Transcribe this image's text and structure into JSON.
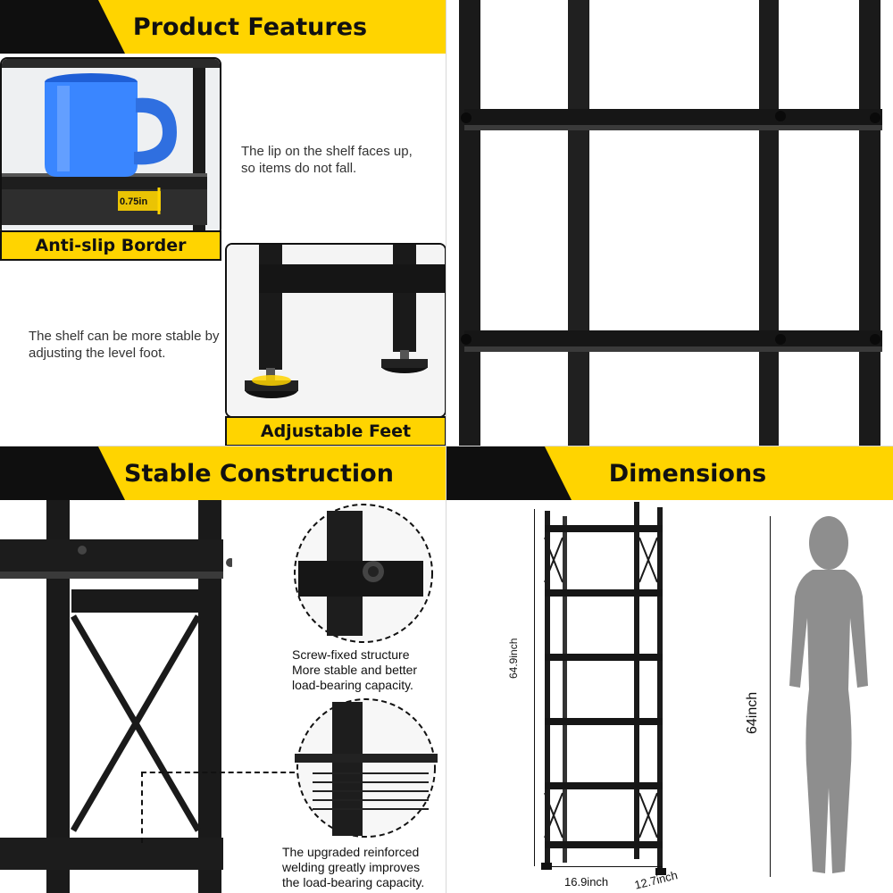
{
  "panels": {
    "features": {
      "title": "Product Features",
      "anti_slip": {
        "label": "Anti-slip Border",
        "measure": "0.75in",
        "caption": "The lip on the shelf faces up, so items do not fall."
      },
      "feet": {
        "label": "Adjustable Feet",
        "caption": "The shelf can be more stable by adjusting the level foot."
      }
    },
    "construction": {
      "title": "Stable Construction",
      "screw_caption": [
        "Screw-fixed structure",
        "More stable and better",
        "load-bearing capacity."
      ],
      "weld_caption": [
        "The upgraded reinforced",
        "welding greatly improves",
        "the load-bearing capacity."
      ]
    },
    "dimensions": {
      "title": "Dimensions",
      "height": "64.9inch",
      "width": "16.9inch",
      "depth": "12.7inch",
      "person_height": "64inch"
    }
  },
  "colors": {
    "accent": "#ffd400",
    "dark": "#0f0f0f",
    "metal": "#1a1a1a",
    "mug": "#3a86ff"
  }
}
